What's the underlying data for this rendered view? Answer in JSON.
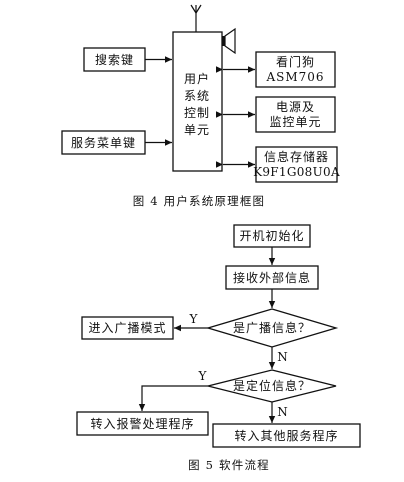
{
  "figure4": {
    "caption": "图 4   用户系统原理框图",
    "search_key": "搜索键",
    "service_menu_key": "服务菜单键",
    "user_unit": [
      "用户",
      "系统",
      "控制",
      "单元"
    ],
    "watchdog": [
      "看门狗",
      "ASM706"
    ],
    "power_monitor": [
      "电源及",
      "监控单元"
    ],
    "info_storage": [
      "信息存储器",
      "K9F1G08U0A"
    ]
  },
  "figure5": {
    "caption": "图 5   软件流程",
    "start": "开机初始化",
    "receive": "接收外部信息",
    "is_broadcast": "是广播信息？",
    "enter_broadcast": "进入广播模式",
    "is_location": "是定位信息？",
    "enter_alarm": "转入报警处理程序",
    "enter_other": "转入其他服务程序",
    "yes": "Y",
    "no": "N"
  }
}
